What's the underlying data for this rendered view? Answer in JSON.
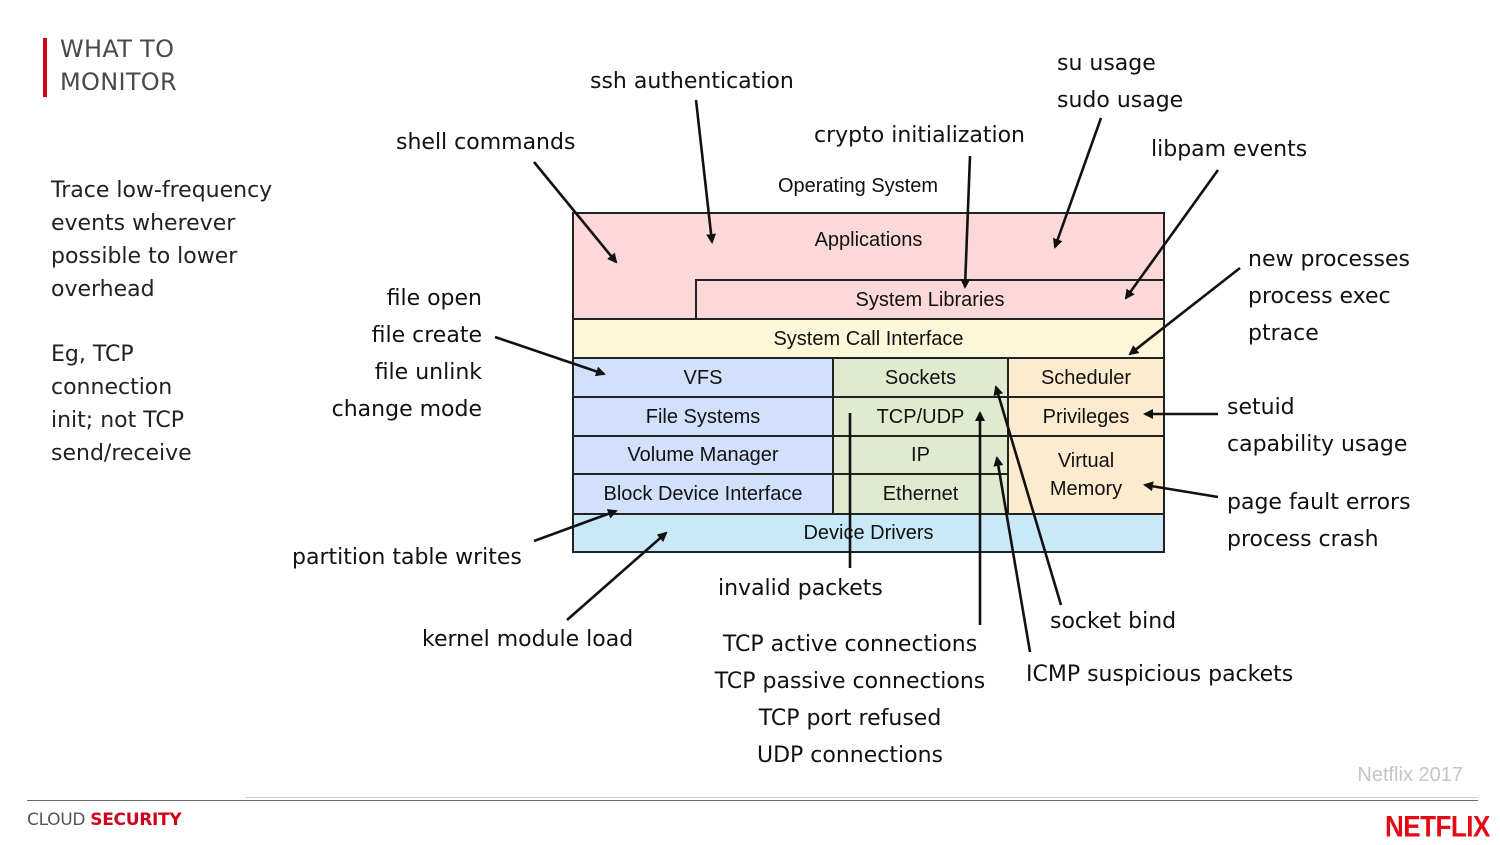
{
  "slide": {
    "title_lines": [
      "WHAT TO",
      "MONITOR"
    ],
    "notes": {
      "paragraph1": [
        "Trace low-frequency",
        "events wherever",
        "possible to lower",
        "overhead"
      ],
      "paragraph2": [
        "Eg, TCP",
        "connection",
        "init; not TCP",
        "send/receive"
      ]
    },
    "accent_color": "#d0021b"
  },
  "diagram": {
    "title": "Operating System",
    "layers": {
      "applications": "Applications",
      "system_libraries": "System Libraries",
      "system_call_interface": "System Call Interface",
      "vfs": "VFS",
      "file_systems": "File Systems",
      "volume_manager": "Volume Manager",
      "block_device_interface": "Block Device Interface",
      "sockets": "Sockets",
      "tcp_udp": "TCP/UDP",
      "ip": "IP",
      "ethernet": "Ethernet",
      "scheduler": "Scheduler",
      "privileges": "Privileges",
      "virtual_memory": "Virtual Memory",
      "device_drivers": "Device Drivers"
    },
    "colors": {
      "applications": "#fcd9d8",
      "system_call_interface": "#fdf7d9",
      "storage": "#d2e1fb",
      "network": "#dfeacf",
      "kernel_core": "#fdebcf",
      "device_drivers": "#c9e9f9"
    },
    "annotations": {
      "ssh_authentication": "ssh authentication",
      "shell_commands": "shell commands",
      "crypto_initialization": "crypto initialization",
      "su_sudo": [
        "su usage",
        "sudo usage"
      ],
      "libpam_events": "libpam events",
      "processes": [
        "new processes",
        "process exec",
        "ptrace"
      ],
      "file_ops": [
        "file open",
        "file create",
        "file unlink",
        "change mode"
      ],
      "privileges": [
        "setuid",
        "capability usage"
      ],
      "memory": [
        "page fault errors",
        "process crash"
      ],
      "partition_table_writes": "partition table writes",
      "kernel_module_load": "kernel module load",
      "invalid_packets": "invalid packets",
      "tcp_events": [
        "TCP active connections",
        "TCP passive connections",
        "TCP port refused",
        "UDP connections"
      ],
      "socket_bind": "socket bind",
      "icmp_suspicious_packets": "ICMP suspicious packets"
    }
  },
  "footer": {
    "copyright": "Netflix 2017",
    "brand_prefix": "CLOUD",
    "brand_highlight": "SECURITY",
    "logo": "NETFLIX"
  }
}
